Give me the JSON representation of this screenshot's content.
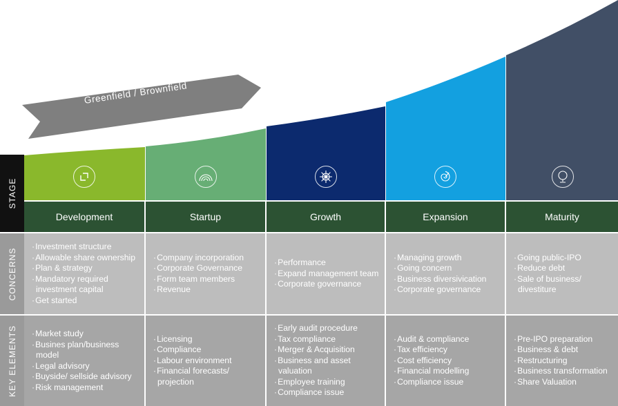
{
  "banner": {
    "label": "Greenfield / Brownfield"
  },
  "row_labels": {
    "stage": "STAGE",
    "concerns": "CONCERNS",
    "key_elements": "KEY ELEMENTS"
  },
  "stages": [
    {
      "name": "Development",
      "icon": "expand-corner-icon",
      "color": "#8ab82c",
      "concerns": [
        "Investment structure",
        "Allowable share ownership",
        "Plan & strategy",
        "Mandatory required investment capital",
        "Get started"
      ],
      "key_elements": [
        "Market study",
        "Busines plan/business model",
        "Legal advisory",
        "Buyside/ sellside advisory",
        "Risk management"
      ]
    },
    {
      "name": "Startup",
      "icon": "rainbow-arc-icon",
      "color": "#67ae75",
      "concerns": [
        "Company incorporation",
        "Corporate Governance",
        "Form team members",
        "Revenue"
      ],
      "key_elements": [
        "Licensing",
        "Compliance",
        "Labour environment",
        "Financial forecasts/ projection"
      ]
    },
    {
      "name": "Growth",
      "icon": "ship-wheel-icon",
      "color": "#0c2a6e",
      "concerns": [
        "Performance",
        "Expand management team",
        "Corporate governance"
      ],
      "key_elements": [
        "Early audit procedure",
        "Tax compliance",
        "Merger & Acquisition",
        "Business and asset valuation",
        "Employee training",
        "Compliance issue"
      ]
    },
    {
      "name": "Expansion",
      "icon": "spiral-target-icon",
      "color": "#13a0e0",
      "concerns": [
        "Managing growth",
        "Going concern",
        "Business diversivication",
        "Corporate governance"
      ],
      "key_elements": [
        "Audit & compliance",
        "Tax efficiency",
        "Cost efficiency",
        "Financial modelling",
        "Compliance issue"
      ]
    },
    {
      "name": "Maturity",
      "icon": "globe-stand-icon",
      "color": "#414f66",
      "concerns": [
        "Going public-IPO",
        "Reduce debt",
        "Sale of business/ divestiture"
      ],
      "key_elements": [
        "Pre-IPO preparation",
        "Business & debt",
        "Restructuring",
        "Business transformation",
        "Share Valuation"
      ]
    }
  ],
  "colors": {
    "stage_name_bg": "#2c5233",
    "concerns_bg": "#bdbdbd",
    "key_elements_bg": "#a6a6a6",
    "arrow": "#7f7f7f"
  }
}
